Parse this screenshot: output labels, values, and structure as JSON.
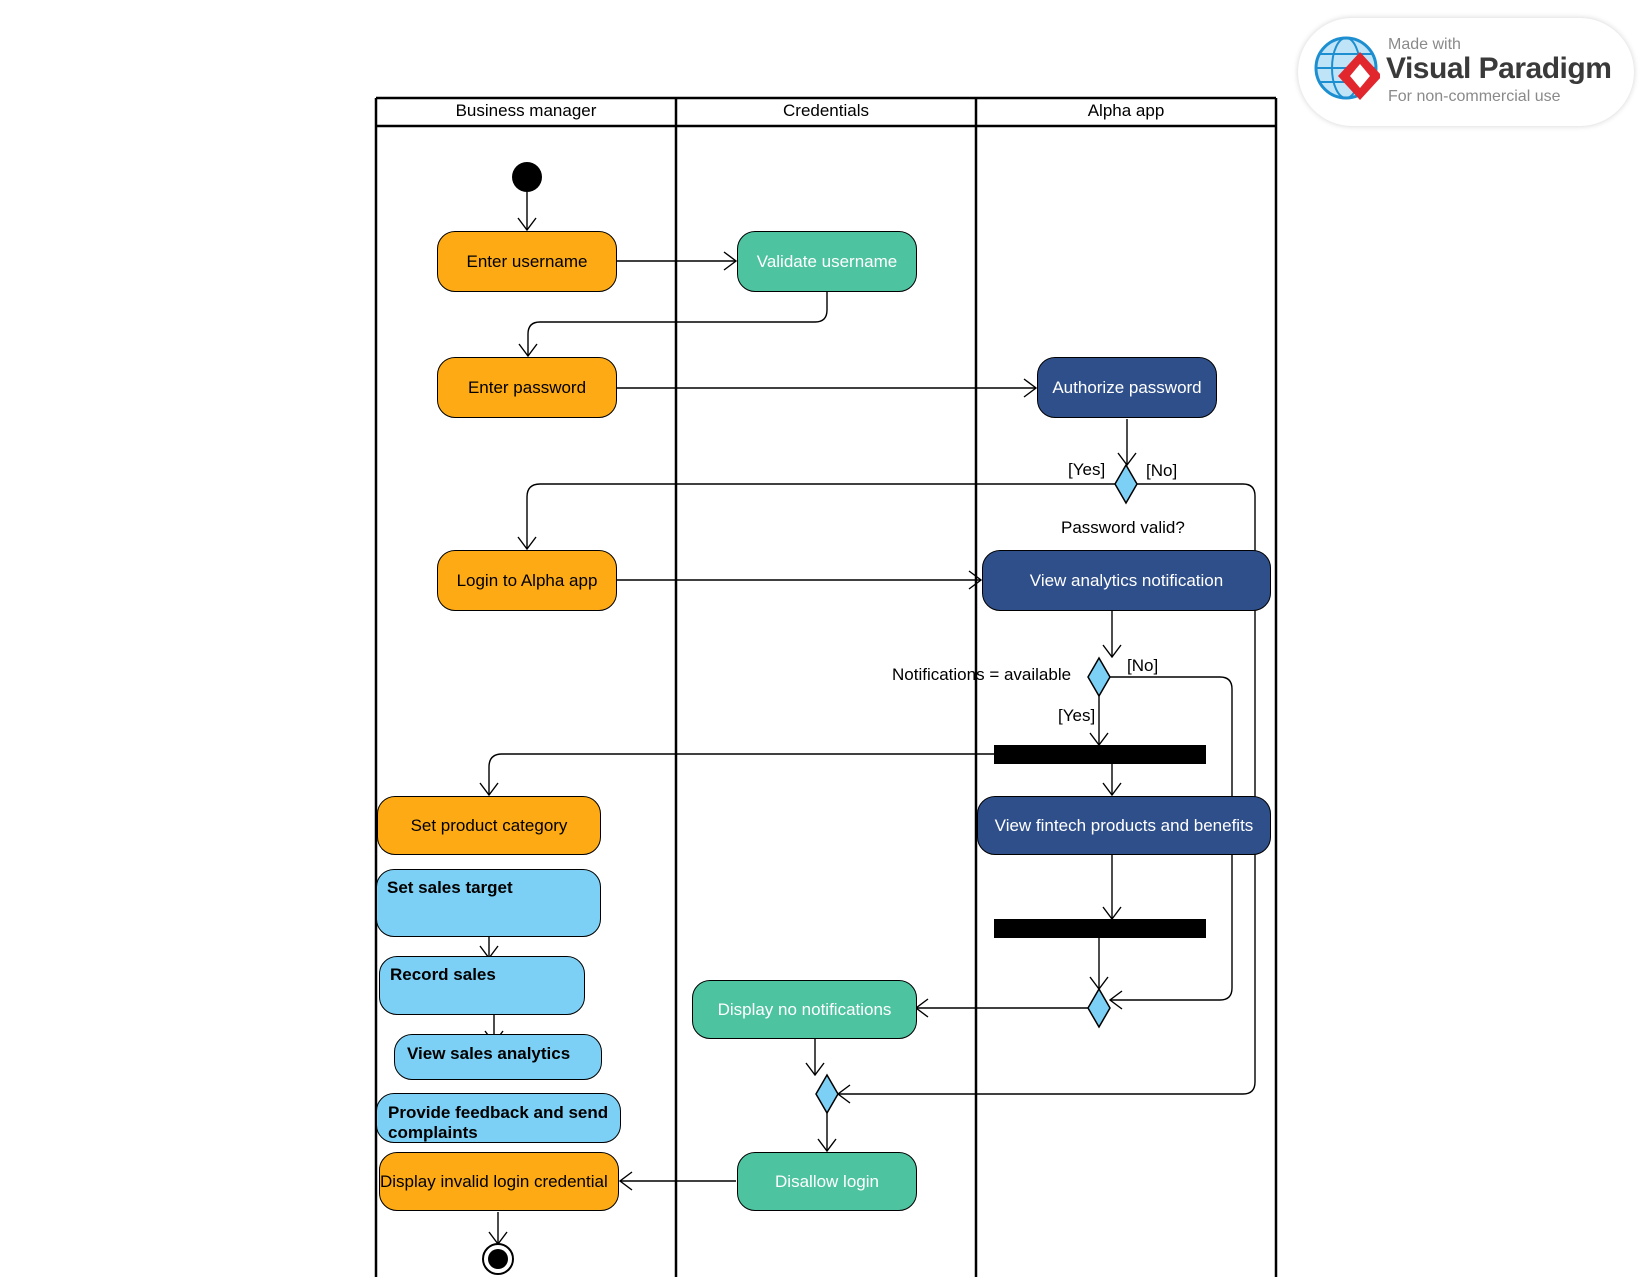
{
  "lanes": [
    "Business manager",
    "Credentials",
    "Alpha app"
  ],
  "nodes": {
    "enter_username": "Enter username",
    "validate_username": "Validate username",
    "enter_password": "Enter password",
    "authorize_password": "Authorize password",
    "login_alpha": "Login to Alpha app",
    "view_analytics_notification": "View analytics notification",
    "set_product_category": "Set product category",
    "view_fintech": "View fintech products and benefits",
    "set_sales_target": "Set sales target",
    "record_sales": "Record sales",
    "view_sales_analytics": "View sales analytics",
    "provide_feedback": "Provide feedback and send complaints",
    "display_no_notifications": "Display no notifications",
    "display_invalid_login": "Display invalid login credential",
    "disallow_login": "Disallow login"
  },
  "labels": {
    "yes1": "[Yes]",
    "no1": "[No]",
    "password_valid": "Password valid?",
    "notifications_available": "Notifications = available",
    "no2": "[No]",
    "yes2": "[Yes]"
  },
  "watermark": {
    "made_with": "Made with",
    "brand": "Visual Paradigm",
    "sub": "For non-commercial use"
  },
  "colors": {
    "business_manager_action": "#fdaa15",
    "credentials_action": "#4dc3a0",
    "alpha_app_action": "#2f4f8a",
    "sub_activity": "#7dd0f5",
    "decision": "#7dd0f5",
    "bar": "#000000"
  }
}
